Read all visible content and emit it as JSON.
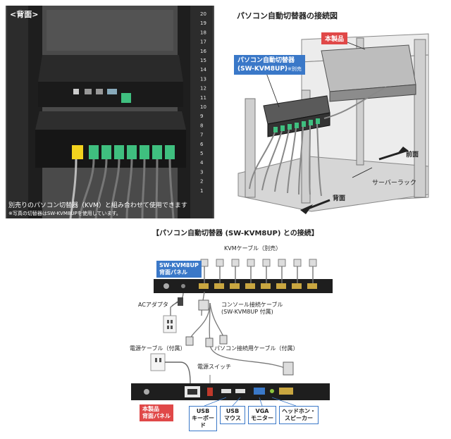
{
  "photo": {
    "corner_label": "<背面>",
    "caption_main": "別売りのパソコン切替器（KVM）と組み合わせて使用できます",
    "caption_note": "※写真の切替器はSW-KVM8UPを使用しています。",
    "rack_numbers": [
      "20",
      "19",
      "18",
      "17",
      "16",
      "15",
      "14",
      "13",
      "12",
      "11",
      "10",
      "9",
      "8",
      "7",
      "6",
      "5",
      "4",
      "3",
      "2",
      "1"
    ]
  },
  "rack_diagram": {
    "title": "パソコン自動切替器の接続図",
    "product_tag": "本製品",
    "kvm_tag_line1": "パソコン自動切替器",
    "kvm_tag_line2": "(SW-KVM8UP)",
    "kvm_tag_note": "※別売",
    "front_label": "前面",
    "rack_label": "サーバーラック",
    "back_label": "背面"
  },
  "connection": {
    "title": "【パソコン自動切替器 (SW-KVM8UP) との接続】",
    "kvm_panel_line1": "SW-KVM8UP",
    "kvm_panel_line2": "背面パネル",
    "kvm_cable_label": "KVMケーブル（別売）",
    "ac_adapter_label": "ACアダプタ",
    "console_cable_line1": "コンソール接続ケーブル",
    "console_cable_line2": "(SW-KVM8UP 付属)",
    "pc_cable_label": "パソコン接続用ケーブル（付属）",
    "power_cable_label": "電源ケーブル（付属）",
    "power_switch_label": "電源スイッチ",
    "product_panel_line1": "本製品",
    "product_panel_line2": "背面パネル",
    "ports": [
      {
        "line1": "USB",
        "line2": "キーボード"
      },
      {
        "line1": "USB",
        "line2": "マウス"
      },
      {
        "line1": "VGA",
        "line2": "モニター"
      },
      {
        "line1": "ヘッドホン・",
        "line2": "スピーカー"
      }
    ]
  },
  "colors": {
    "accent_blue": "#3a78c8",
    "accent_red": "#e04848",
    "connector_green": "#3fbf7f",
    "connector_yellow": "#f2d21e",
    "port_gold": "#c9a640"
  }
}
